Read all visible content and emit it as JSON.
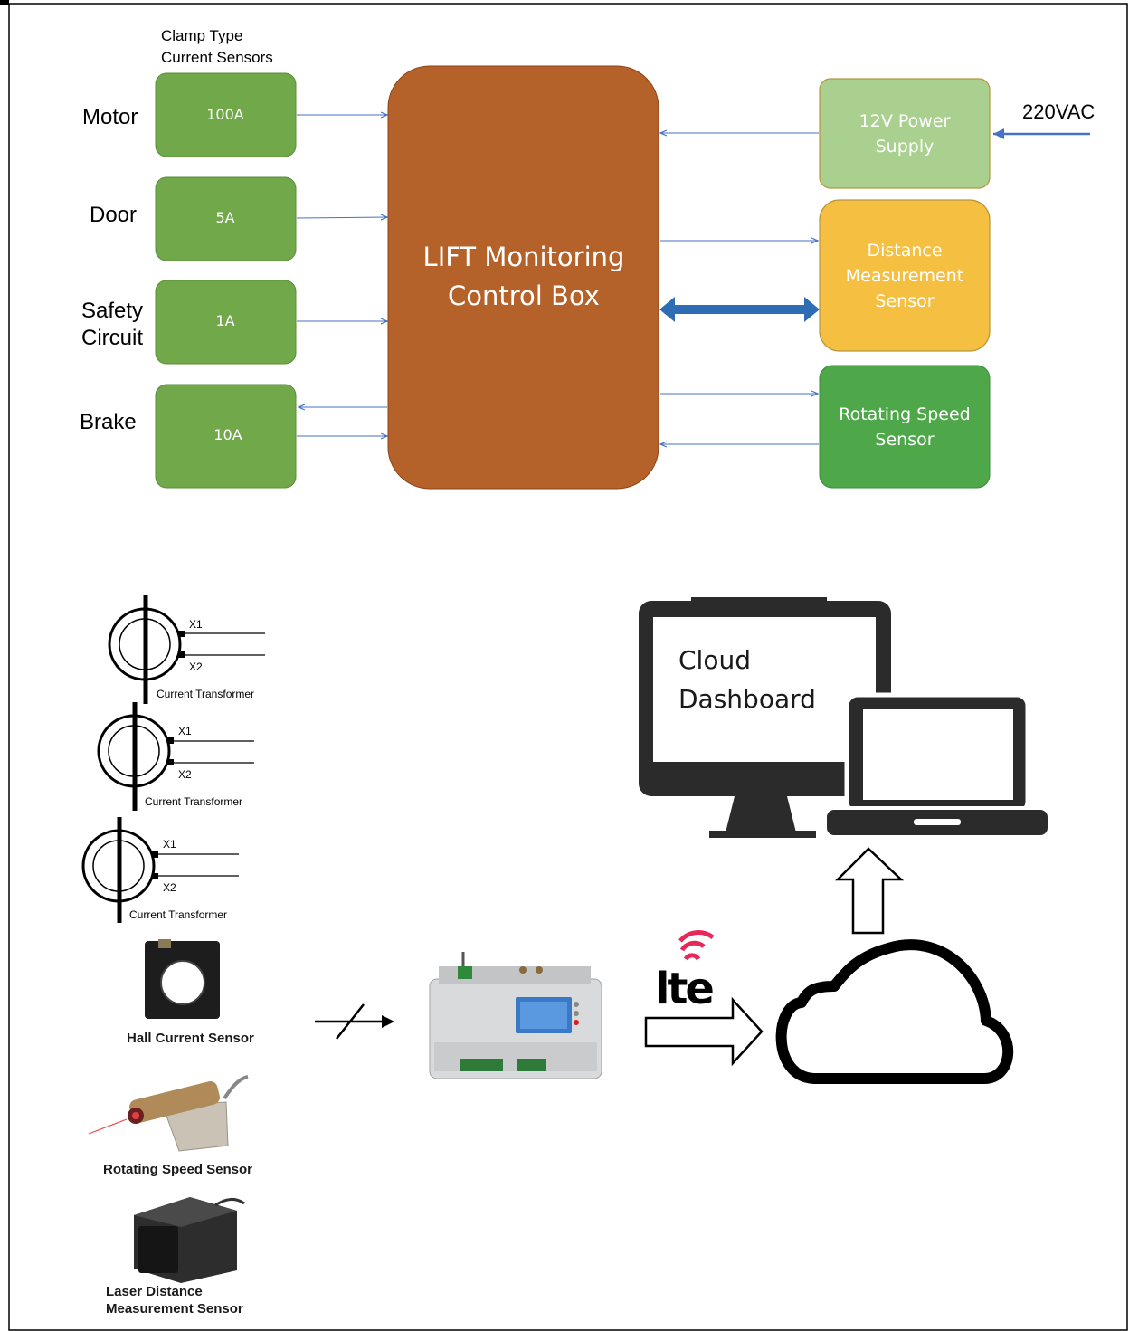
{
  "clamp_header": [
    "Clamp Type",
    "Current Sensors"
  ],
  "sensors": [
    {
      "label": [
        "Motor"
      ],
      "rating": "100A"
    },
    {
      "label": [
        "Door"
      ],
      "rating": "5A"
    },
    {
      "label": [
        "Safety",
        "Circuit"
      ],
      "rating": "1A"
    },
    {
      "label": [
        "Brake"
      ],
      "rating": "10A"
    }
  ],
  "control_box": [
    "LIFT Monitoring",
    "Control Box"
  ],
  "power_supply": [
    "12V Power",
    "Supply"
  ],
  "power_input": "220VAC",
  "distance_sensor": [
    "Distance",
    "Measurement",
    "Sensor"
  ],
  "speed_sensor": [
    "Rotating Speed",
    "Sensor"
  ],
  "transformer": {
    "x1": "X1",
    "x2": "X2",
    "caption": "Current Transformer"
  },
  "photo_captions": {
    "hall": "Hall Current Sensor",
    "speed": "Rotating Speed Sensor",
    "laser": [
      "Laser Distance",
      "Measurement Sensor"
    ]
  },
  "lte": "lte",
  "dashboard": [
    "Cloud",
    "Dashboard"
  ],
  "colors": {
    "sensor_green": "#70a84a",
    "box_brown": "#b5612a",
    "power_green": "#a9d08e",
    "distance_orange": "#f5bf42",
    "speed_green": "#4ea84a",
    "arrow_blue": "#2e6db4",
    "line_blue": "#4472c4"
  }
}
